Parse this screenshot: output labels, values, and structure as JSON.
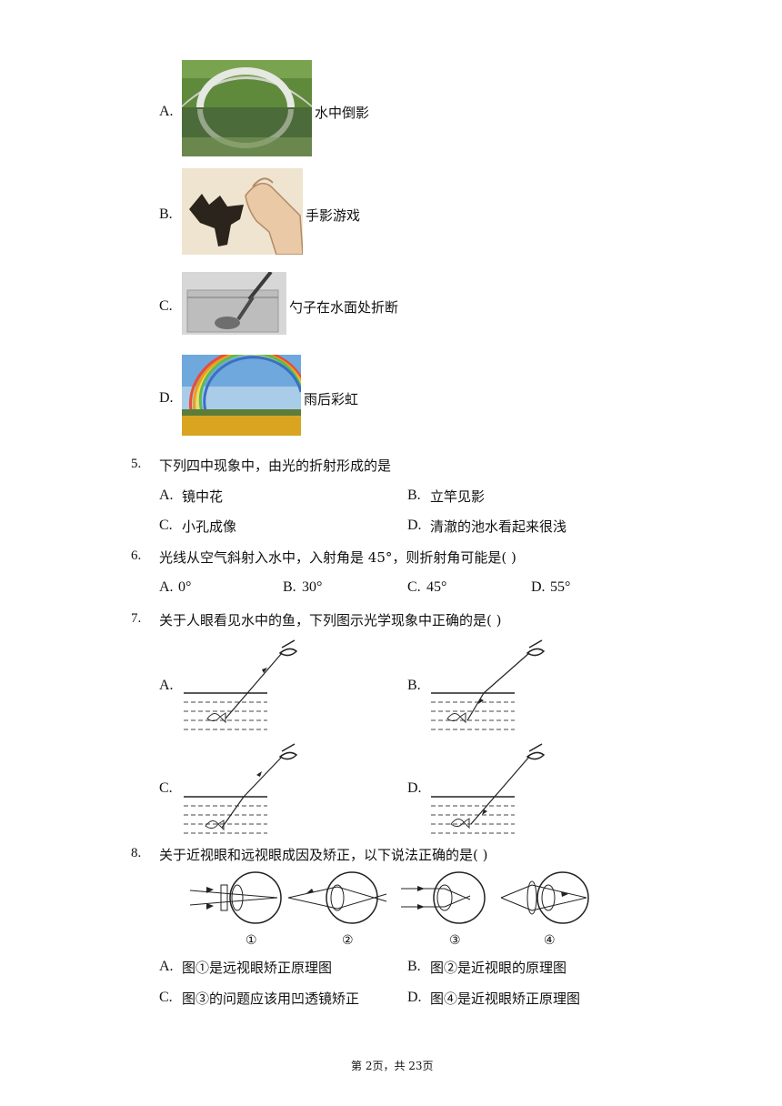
{
  "q4": {
    "options": [
      {
        "letter": "A.",
        "text": "水中倒影",
        "icon": "bridge-reflection-photo"
      },
      {
        "letter": "B.",
        "text": "手影游戏",
        "icon": "hand-shadow-photo"
      },
      {
        "letter": "C.",
        "text": "勺子在水面处折断",
        "icon": "spoon-in-water-photo"
      },
      {
        "letter": "D.",
        "text": "雨后彩虹",
        "icon": "rainbow-photo"
      }
    ]
  },
  "q5": {
    "number": "5.",
    "stem": "下列四中现象中，由光的折射形成的是",
    "options": [
      {
        "letter": "A.",
        "text": "镜中花"
      },
      {
        "letter": "B.",
        "text": "立竿见影"
      },
      {
        "letter": "C.",
        "text": "小孔成像"
      },
      {
        "letter": "D.",
        "text": "清澈的池水看起来很浅"
      }
    ]
  },
  "q6": {
    "number": "6.",
    "stem": "光线从空气斜射入水中，入射角是 45°，则折射角可能是(    )",
    "options": [
      {
        "letter": "A.",
        "text": "0°"
      },
      {
        "letter": "B.",
        "text": "30°"
      },
      {
        "letter": "C.",
        "text": "45°"
      },
      {
        "letter": "D.",
        "text": "55°"
      }
    ]
  },
  "q7": {
    "number": "7.",
    "stem": "关于人眼看见水中的鱼，下列图示光学现象中正确的是(    )",
    "options": [
      {
        "letter": "A."
      },
      {
        "letter": "B."
      },
      {
        "letter": "C."
      },
      {
        "letter": "D."
      }
    ]
  },
  "q8": {
    "number": "8.",
    "stem": "关于近视眼和远视眼成因及矫正，以下说法正确的是(    )",
    "figure_labels": [
      "①",
      "②",
      "③",
      "④"
    ],
    "options": [
      {
        "letter": "A.",
        "text": "图①是远视眼矫正原理图"
      },
      {
        "letter": "B.",
        "text": "图②是近视眼的原理图"
      },
      {
        "letter": "C.",
        "text": "图③的问题应该用凹透镜矫正"
      },
      {
        "letter": "D.",
        "text": "图④是近视眼矫正原理图"
      }
    ]
  },
  "footer": "第 2页，共 23页",
  "colors": {
    "text": "#111111",
    "sky": "#6fa8dc",
    "field": "#d9a520",
    "water": "#4b6b3a"
  }
}
